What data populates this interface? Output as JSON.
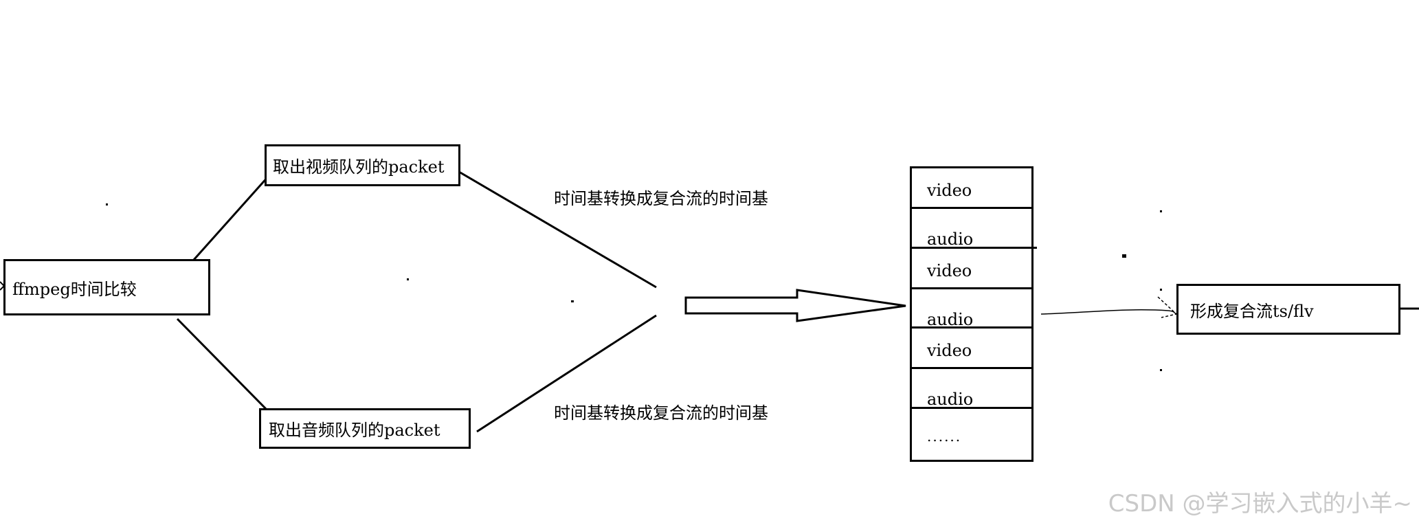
{
  "nodes": {
    "compare": "ffmpeg时间比较",
    "video_queue": "取出视频队列的packet",
    "audio_queue": "取出音频队列的packet",
    "output": "形成复合流ts/flv"
  },
  "labels": {
    "convert_top": "时间基转换成复合流的时间基",
    "convert_bottom": "时间基转换成复合流的时间基"
  },
  "stack": {
    "cells": [
      "video",
      "audio",
      "video",
      "audio",
      "video",
      "audio",
      "......"
    ]
  },
  "watermark": "CSDN @学习嵌入式的小羊~"
}
